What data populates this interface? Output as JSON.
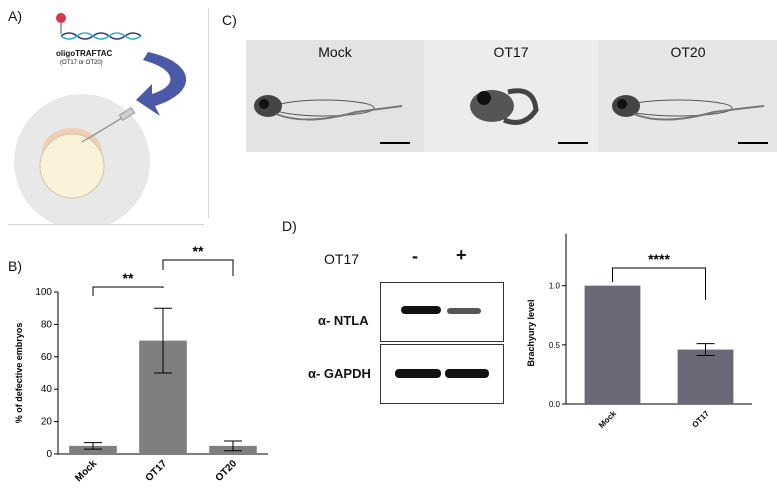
{
  "panels": {
    "a": "A)",
    "b": "B)",
    "c": "C)",
    "d": "D)"
  },
  "schematic": {
    "oligo_title": "oligoTRAFTAC",
    "oligo_sub": "(OT17 or OT20)"
  },
  "fish_images": [
    {
      "label": "Mock"
    },
    {
      "label": "OT17"
    },
    {
      "label": "OT20"
    }
  ],
  "western": {
    "treatment_label": "OT17",
    "lanes": [
      "-",
      "+"
    ],
    "rows": [
      "α- NTLA",
      "α- GAPDH"
    ]
  },
  "colors": {
    "bar": "#7f7f7f",
    "bar2": "#6b6776",
    "arrow": "#4a5aa8"
  },
  "chart_data": [
    {
      "type": "bar",
      "categories": [
        "Mock",
        "OT17",
        "OT20"
      ],
      "values": [
        5,
        70,
        5
      ],
      "errors": [
        2,
        20,
        3
      ],
      "ylabel": "% of defective embryos",
      "ylim": [
        0,
        100
      ],
      "yticks": [
        0,
        20,
        40,
        60,
        80,
        100
      ],
      "annotations": [
        {
          "from": "Mock",
          "to": "OT17",
          "text": "**"
        },
        {
          "from": "OT17",
          "to": "OT20",
          "text": "**"
        }
      ]
    },
    {
      "type": "bar",
      "categories": [
        "Mock",
        "OT17"
      ],
      "values": [
        1.0,
        0.46
      ],
      "errors": [
        0,
        0.05
      ],
      "ylabel": "Brachyury level",
      "ylim": [
        0,
        1.2
      ],
      "yticks": [
        "0.0",
        "0.5",
        "1.0"
      ],
      "annotations": [
        {
          "from": "Mock",
          "to": "OT17",
          "text": "****"
        }
      ]
    }
  ]
}
